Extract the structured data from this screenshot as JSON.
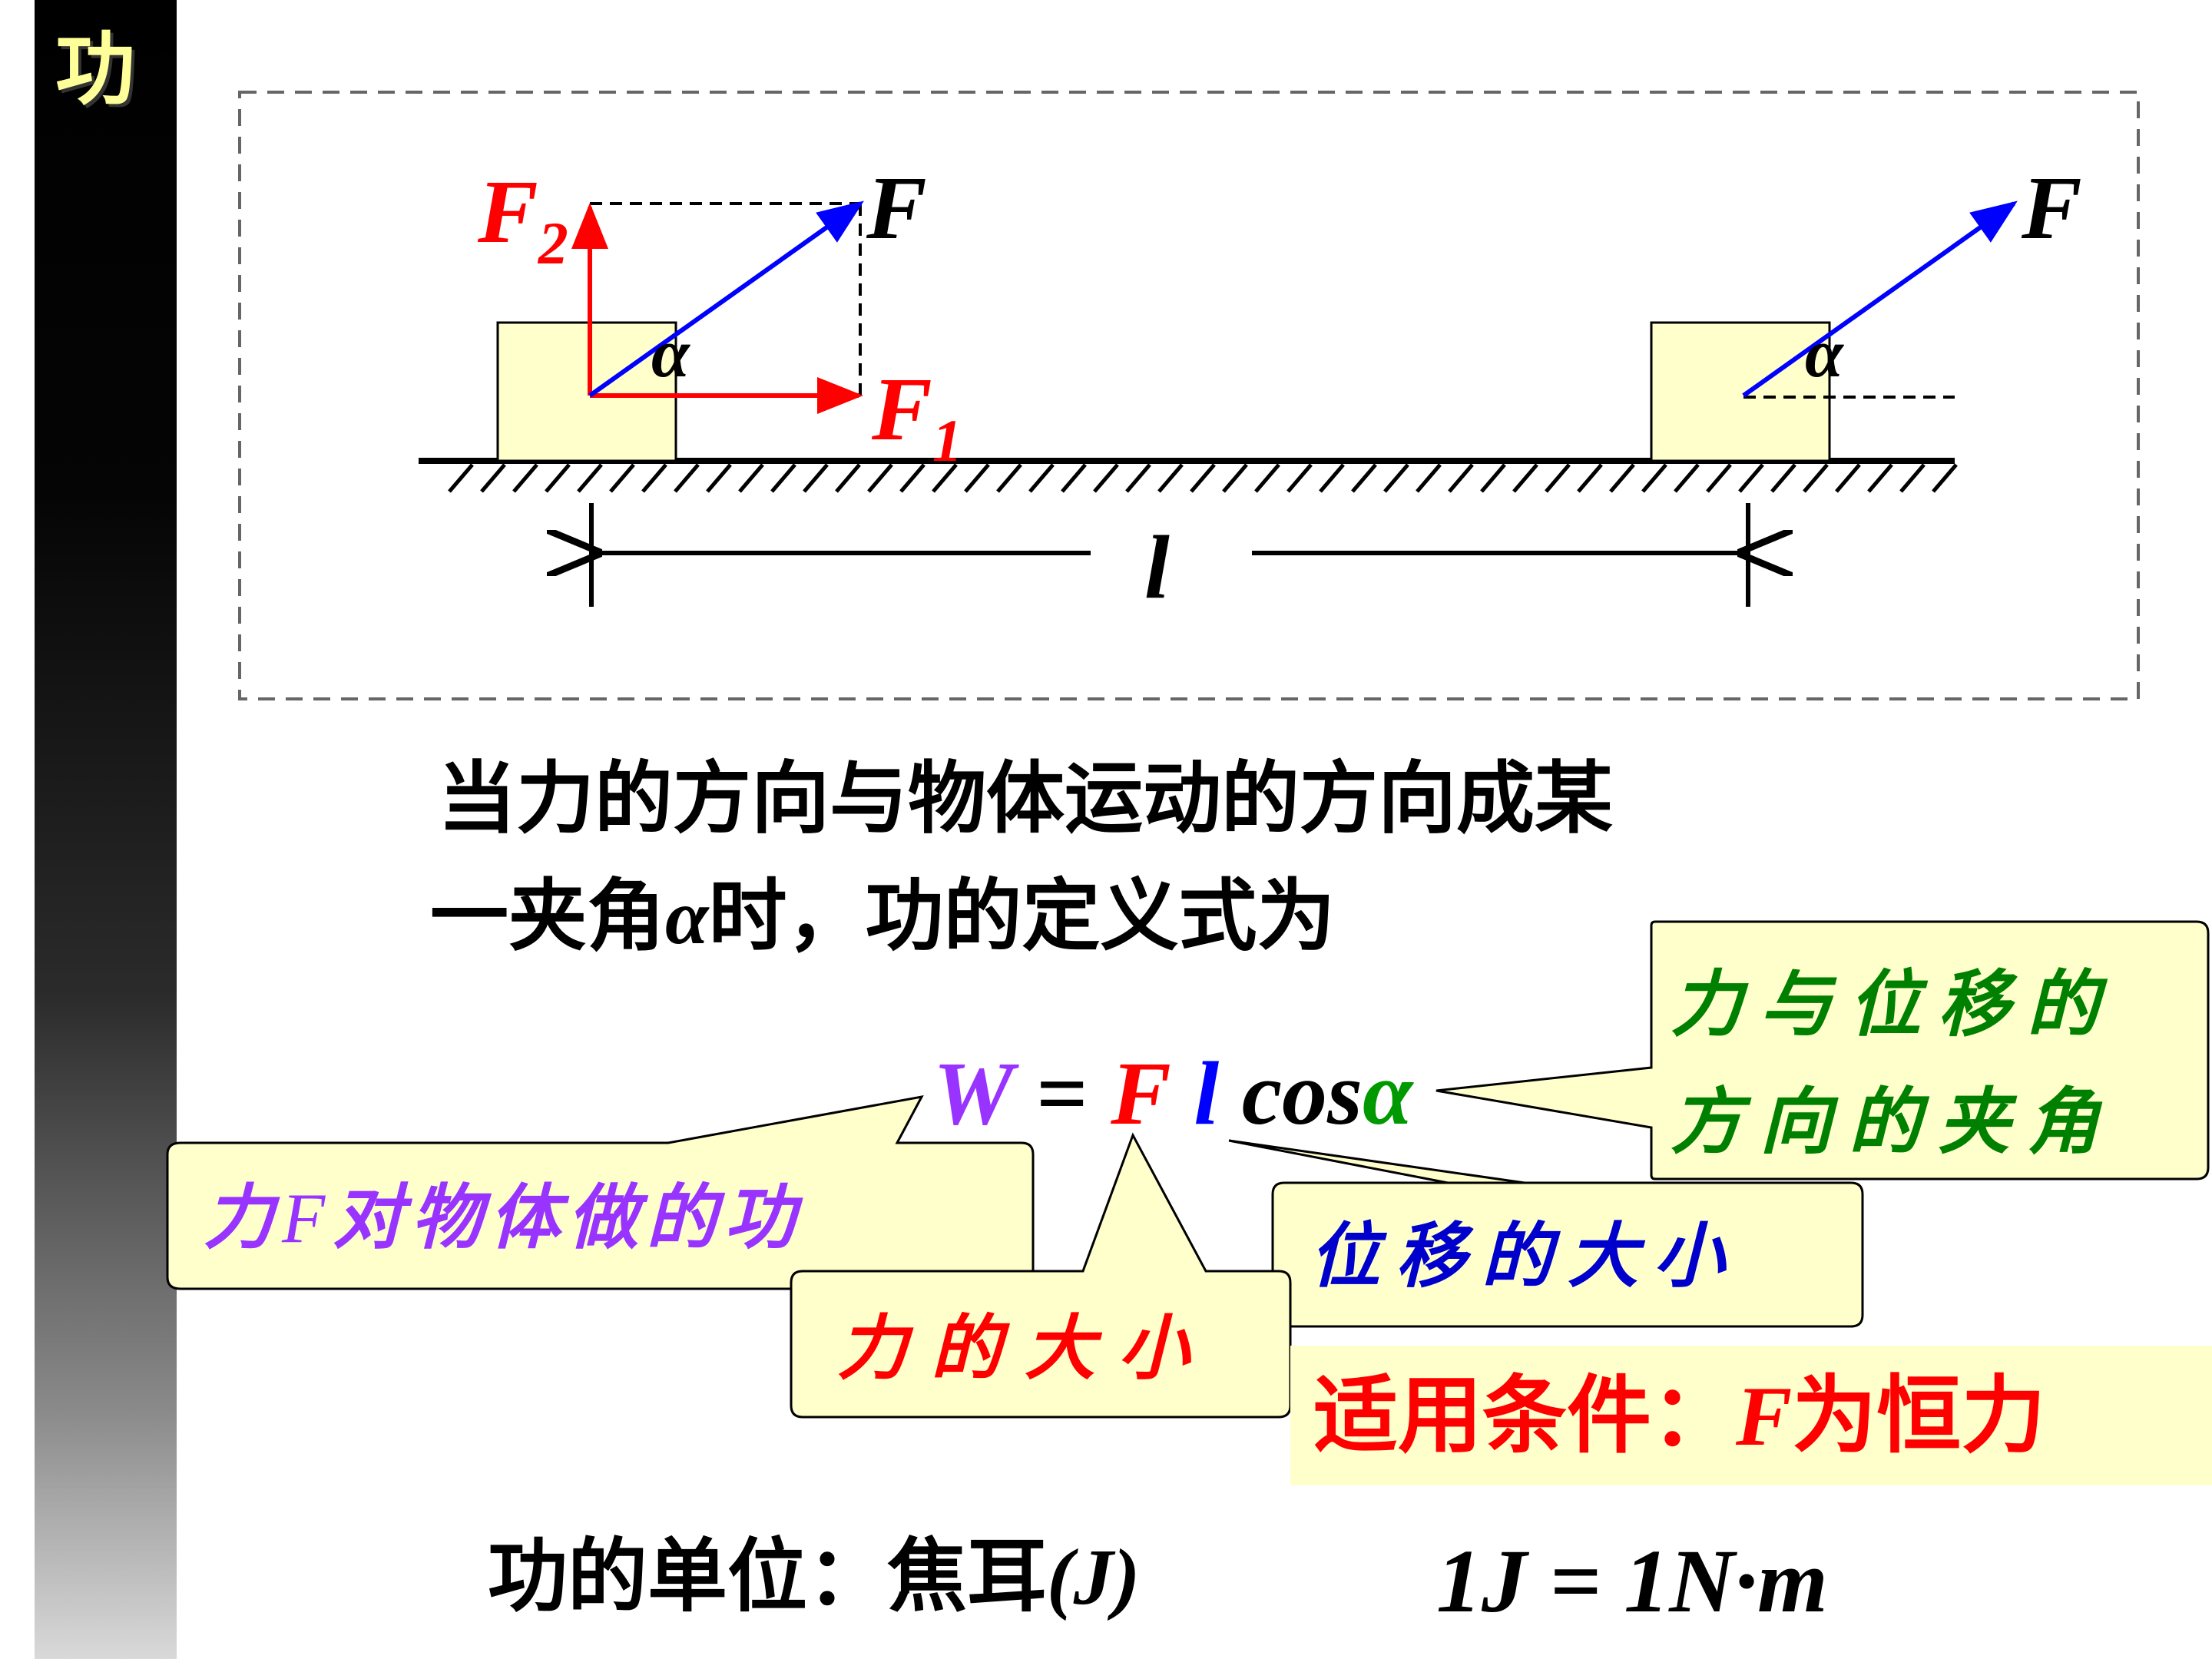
{
  "slide": {
    "side_title": "功",
    "description_line1": "当力的方向与物体运动的方向成某",
    "description_line2_a": "一夹角",
    "description_alpha": "α",
    "description_line2_b": "时，功的定义式为"
  },
  "diagram": {
    "label_F_left": "F",
    "label_F2": "F",
    "label_F2_sub": "2",
    "label_F1": "F",
    "label_F1_sub": "1",
    "label_alpha_left": "α",
    "label_F_right": "F",
    "label_alpha_right": "α",
    "label_displacement": "l"
  },
  "formula": {
    "W": "W",
    "eq": " = ",
    "F": "F",
    "l": "l",
    "cos": "cos",
    "alpha": "α"
  },
  "callouts": {
    "angle_line1": "力与位移的",
    "angle_line2": "方向的夹角",
    "work_a": "力",
    "work_F": "F",
    "work_b": "对物体做的功",
    "force_magnitude": "力的大小",
    "displacement_magnitude": "位移的大小"
  },
  "condition": {
    "text_a": "适用条件：",
    "text_F": "F",
    "text_b": "为恒力"
  },
  "units": {
    "label": "功的单位：焦耳",
    "unit": "(J)",
    "equation": "1J = 1N·m"
  },
  "colors": {
    "force_vector": "#0000ff",
    "components": "#ff0000",
    "block_fill": "#ffffcc",
    "callout_fill": "#ffffcc",
    "work_color": "#9933ff",
    "angle_color": "#008000"
  }
}
